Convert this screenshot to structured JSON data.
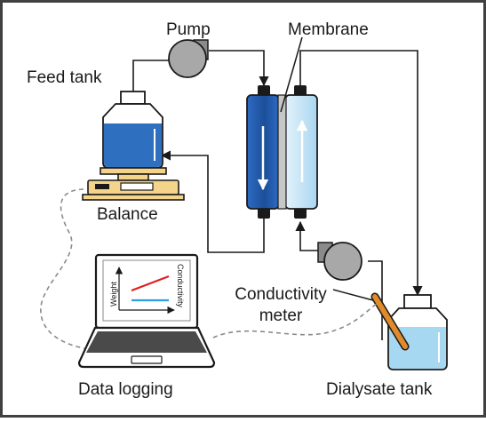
{
  "labels": {
    "pump": "Pump",
    "membrane": "Membrane",
    "feed_tank": "Feed tank",
    "balance": "Balance",
    "conductivity_meter_line1": "Conductivity",
    "conductivity_meter_line2": "meter",
    "data_logging": "Data logging",
    "dialysate_tank": "Dialysate tank"
  },
  "plot_screen": {
    "ylabel_left": "Weight",
    "ylabel_right": "Conductivity"
  },
  "colors": {
    "border": "#404040",
    "tube": "#1a1a1a",
    "feed_liquid": "#2f6fc0",
    "membrane_dark": "#1c4f99",
    "membrane_light": "#bfe0f5",
    "dialysate_liquid": "#a6d8f2",
    "balance_gold": "#f4d48a",
    "pump_gray": "#9a9a9a",
    "probe_orange": "#e08a2a",
    "weight_line": "#e02020",
    "conductivity_line": "#2aa0e0",
    "cable_dashed": "#8a8a8a"
  }
}
